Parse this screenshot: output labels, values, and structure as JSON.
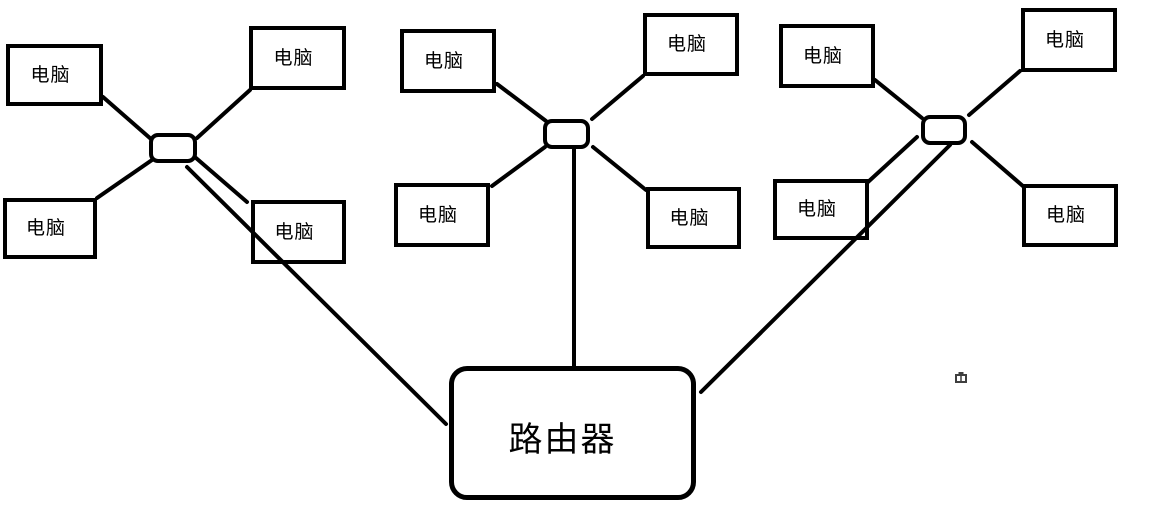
{
  "colors": {
    "stroke": "#000000",
    "background": "#ffffff",
    "artifact": "#3f3f3f"
  },
  "diagram": {
    "router": {
      "label": "路由器"
    },
    "clusters": [
      {
        "id": "left",
        "switch": {
          "label": ""
        },
        "computers": [
          {
            "position": "top-left",
            "label": "电脑"
          },
          {
            "position": "top-right",
            "label": "电脑"
          },
          {
            "position": "bottom-left",
            "label": "电脑"
          },
          {
            "position": "bottom-right",
            "label": "电脑"
          }
        ]
      },
      {
        "id": "center",
        "switch": {
          "label": ""
        },
        "computers": [
          {
            "position": "top-left",
            "label": "电脑"
          },
          {
            "position": "top-right",
            "label": "电脑"
          },
          {
            "position": "bottom-left",
            "label": "电脑"
          },
          {
            "position": "bottom-right",
            "label": "电脑"
          }
        ]
      },
      {
        "id": "right",
        "switch": {
          "label": ""
        },
        "computers": [
          {
            "position": "top-left",
            "label": "电脑"
          },
          {
            "position": "top-right",
            "label": "电脑"
          },
          {
            "position": "bottom-left",
            "label": "电脑"
          },
          {
            "position": "bottom-right",
            "label": "电脑"
          }
        ]
      }
    ],
    "artifact_icon": "tiny-window-glyph"
  }
}
